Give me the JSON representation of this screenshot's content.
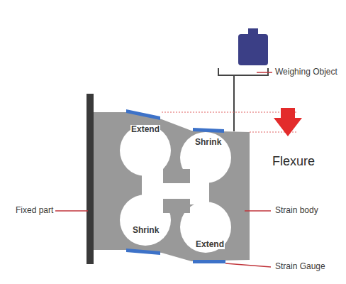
{
  "diagram": {
    "labels": [
      "Weighing Object",
      "Extend",
      "Shrink",
      "Flexure",
      "Fixed part",
      "Strain body",
      "Shrink",
      "Extend",
      "Strain Gauge"
    ]
  }
}
